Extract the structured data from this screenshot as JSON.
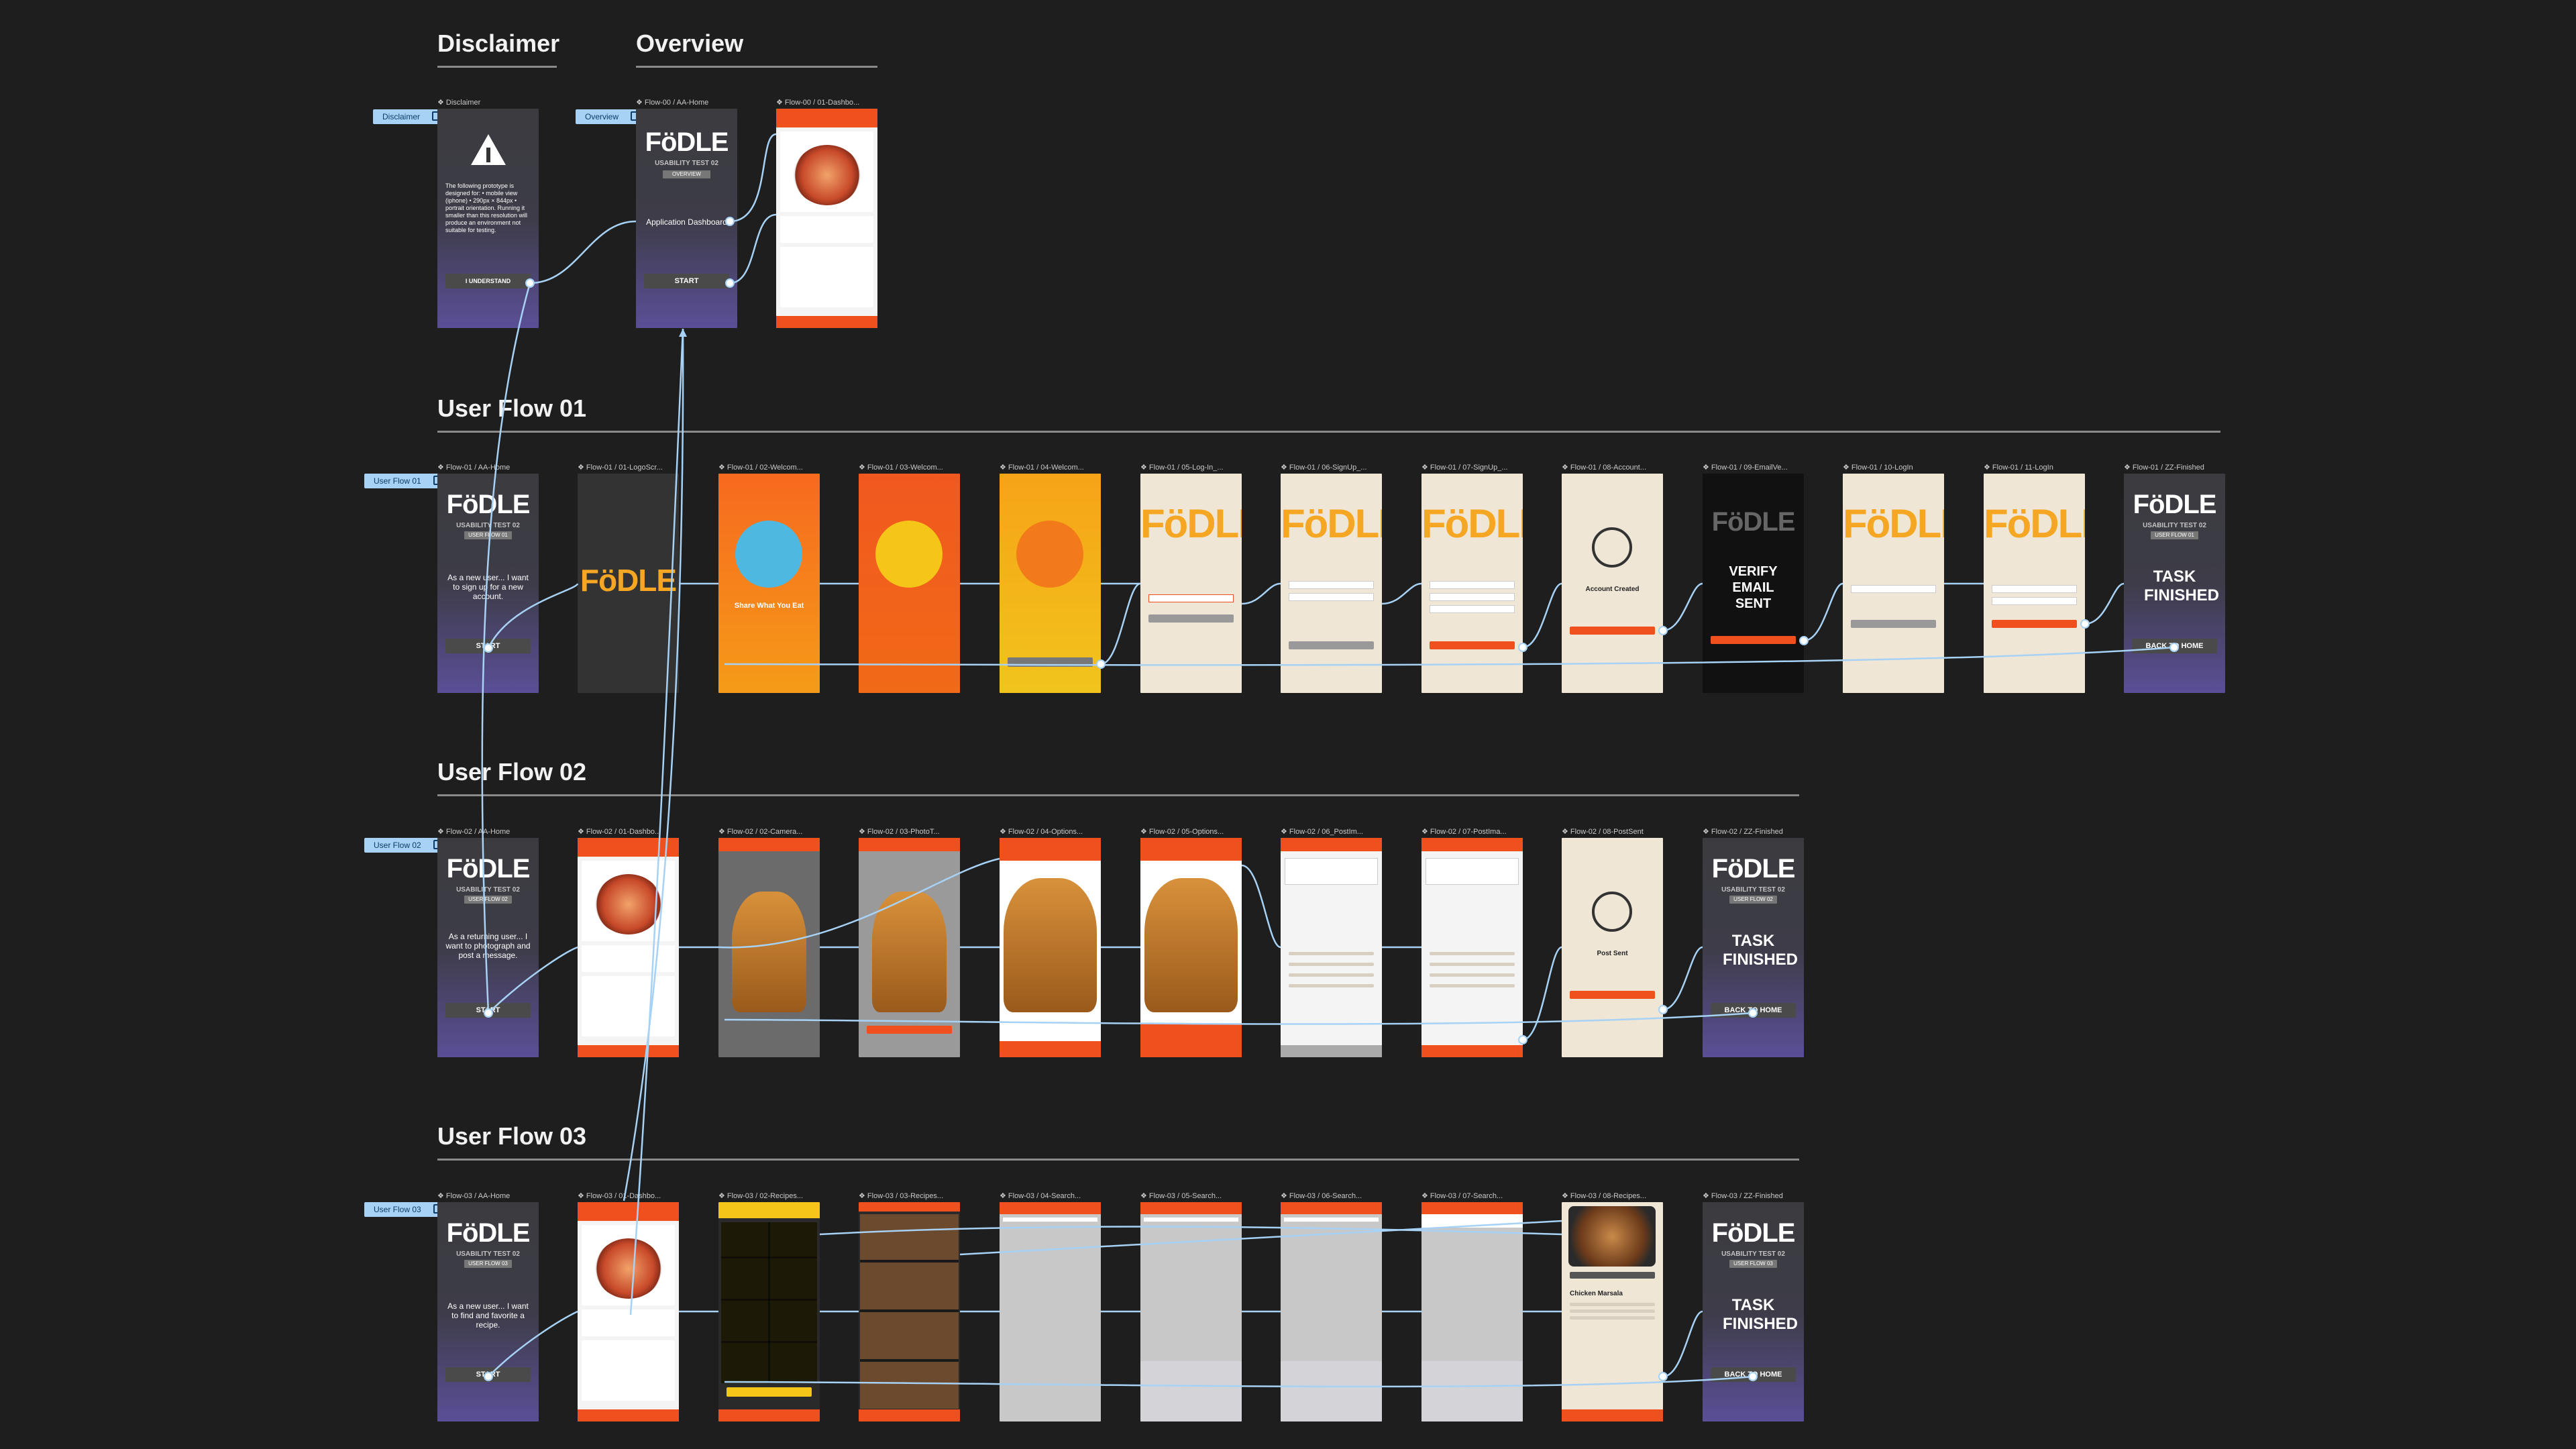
{
  "sections": {
    "disclaimer": "Disclaimer",
    "overview": "Overview",
    "flow01": "User Flow 01",
    "flow02": "User Flow 02",
    "flow03": "User Flow 03"
  },
  "tags": {
    "disclaimer": "Disclaimer",
    "overview": "Overview",
    "flow01": "User Flow 01",
    "flow02": "User Flow 02",
    "flow03": "User Flow 03"
  },
  "row0": {
    "labels": [
      "❖ Disclaimer",
      "❖ Flow-00 / AA-Home",
      "❖ Flow-00 / 01-Dashbo..."
    ],
    "disclaimer_text": "The following prototype is designed for: • mobile view (iphone) • 290px × 844px • portrait orientation. Running it smaller than this resolution will produce an environment not suitable for testing.",
    "understand_btn": "I UNDERSTAND",
    "logo": "FöDLE",
    "usability": "USABILITY TEST 02",
    "overview_pill": "OVERVIEW",
    "app_dashboard": "Application Dashboard",
    "start_btn": "START"
  },
  "flow01": {
    "labels": [
      "❖ Flow-01 / AA-Home",
      "❖ Flow-01 / 01-LogoScr...",
      "❖ Flow-01 / 02-Welcom...",
      "❖ Flow-01 / 03-Welcom...",
      "❖ Flow-01 / 04-Welcom...",
      "❖ Flow-01 / 05-Log-In_...",
      "❖ Flow-01 / 06-SignUp_...",
      "❖ Flow-01 / 07-SignUp_...",
      "❖ Flow-01 / 08-Account...",
      "❖ Flow-01 / 09-EmailVe...",
      "❖ Flow-01 / 10-LogIn",
      "❖ Flow-01 / 11-LogIn",
      "❖ Flow-01 / ZZ-Finished"
    ],
    "home_pill": "USER FLOW 01",
    "home_text": "As a new user... I want to sign up for a new account.",
    "share_title": "Share What You Eat",
    "account_created": "Account Created",
    "verify": "VERIFY EMAIL SENT",
    "task": "TASK FINISHED",
    "back_home": "BACK TO HOME",
    "start_btn": "START"
  },
  "flow02": {
    "labels": [
      "❖ Flow-02 / AA-Home",
      "❖ Flow-02 / 01-Dashbo...",
      "❖ Flow-02 / 02-Camera...",
      "❖ Flow-02 / 03-PhotoT...",
      "❖ Flow-02 / 04-Options...",
      "❖ Flow-02 / 05-Options...",
      "❖ Flow-02 / 06_PostIm...",
      "❖ Flow-02 / 07-PostIma...",
      "❖ Flow-02 / 08-PostSent",
      "❖ Flow-02 / ZZ-Finished"
    ],
    "home_pill": "USER FLOW 02",
    "home_text": "As a returning user... I want to photograph and post a message.",
    "post_sent": "Post Sent",
    "task": "TASK FINISHED",
    "back_home": "BACK TO HOME",
    "start_btn": "START"
  },
  "flow03": {
    "labels": [
      "❖ Flow-03 / AA-Home",
      "❖ Flow-03 / 01-Dashbo...",
      "❖ Flow-03 / 02-Recipes...",
      "❖ Flow-03 / 03-Recipes...",
      "❖ Flow-03 / 04-Search...",
      "❖ Flow-03 / 05-Search...",
      "❖ Flow-03 / 06-Search...",
      "❖ Flow-03 / 07-Search...",
      "❖ Flow-03 / 08-Recipes...",
      "❖ Flow-03 / ZZ-Finished"
    ],
    "home_pill": "USER FLOW 03",
    "home_text": "As a new user... I want to find and favorite a recipe.",
    "recipe_title": "Chicken Marsala",
    "task": "TASK FINISHED",
    "back_home": "BACK TO HOME",
    "start_btn": "START"
  },
  "colors": {
    "canvas": "#1e1e1e",
    "brand_orange": "#f0501e",
    "wire": "#a7d2f5"
  }
}
